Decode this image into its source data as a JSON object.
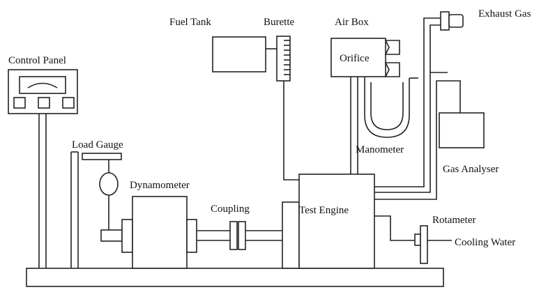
{
  "labels": {
    "fuel_tank": "Fuel Tank",
    "burette": "Burette",
    "air_box": "Air Box",
    "orifice": "Orifice",
    "exhaust_gas": "Exhaust Gas",
    "control_panel": "Control Panel",
    "load_gauge": "Load Gauge",
    "dynamometer": "Dynamometer",
    "coupling": "Coupling",
    "test_engine": "Test Engine",
    "manometer": "Manometer",
    "gas_analyser": "Gas Analyser",
    "rotameter": "Rotameter",
    "cooling_water": "Cooling Water"
  }
}
